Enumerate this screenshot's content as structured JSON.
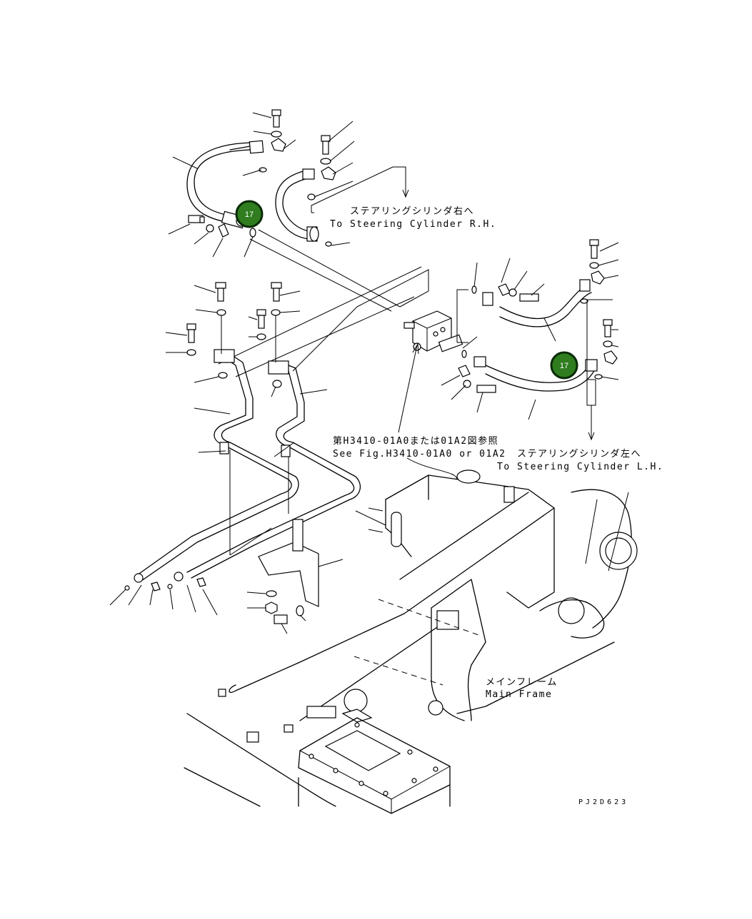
{
  "labels": {
    "rh_jp": "ステアリングシリンダ右へ",
    "rh_en": "To Steering Cylinder R.H.",
    "lh_jp": "ステアリングシリンダ左へ",
    "lh_en": "To Steering Cylinder L.H.",
    "ref_jp": "第H3410-01A0または01A2図参照",
    "ref_en": "See Fig.H3410-01A0 or 01A2",
    "frame_jp": "メインフレーム",
    "frame_en": "Main Frame",
    "drawing_code": "PJ2D623"
  },
  "callouts": [
    {
      "id": "callout-17-rh",
      "number": "17"
    },
    {
      "id": "callout-17-lh",
      "number": "17"
    }
  ],
  "colors": {
    "callout_fill": "#2f7d1f",
    "callout_border": "#0a2a06",
    "line": "#000000",
    "background": "#ffffff"
  }
}
